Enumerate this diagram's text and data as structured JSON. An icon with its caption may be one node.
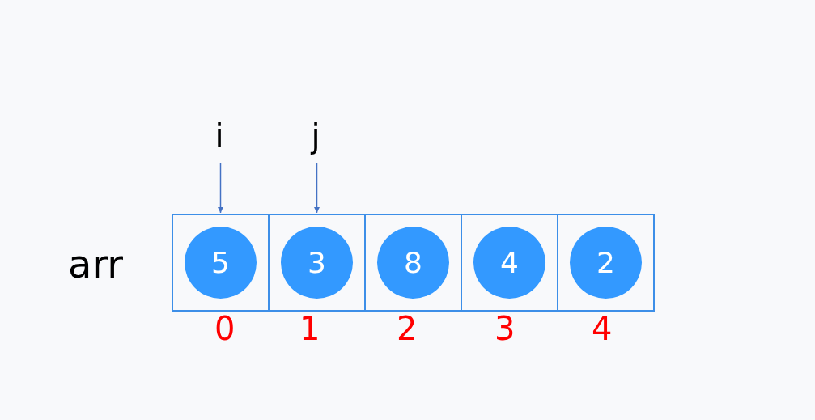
{
  "diagram": {
    "nodes": [
      {
        "text": [
          "i"
        ]
      },
      {
        "text": [
          "j"
        ]
      },
      {
        "text": [],
        "shape": "box"
      },
      {
        "text": [
          "5"
        ],
        "in": 2
      },
      {
        "text": [],
        "shape": "box"
      },
      {
        "text": [
          "3"
        ],
        "in": 4
      },
      {
        "text": [],
        "shape": "box"
      },
      {
        "text": [
          "8"
        ],
        "in": 6
      },
      {
        "text": [],
        "shape": "box"
      },
      {
        "text": [
          "4"
        ],
        "in": 8
      },
      {
        "text": [],
        "shape": "box"
      },
      {
        "text": [
          "2"
        ],
        "in": 10
      }
    ],
    "edges": [
      {
        "from": 0,
        "to": 2,
        "arrow": "to"
      },
      {
        "from": 1,
        "to": 4,
        "arrow": "to"
      }
    ],
    "labels": [
      "arr",
      "0",
      "1",
      "2",
      "3",
      "4"
    ]
  }
}
